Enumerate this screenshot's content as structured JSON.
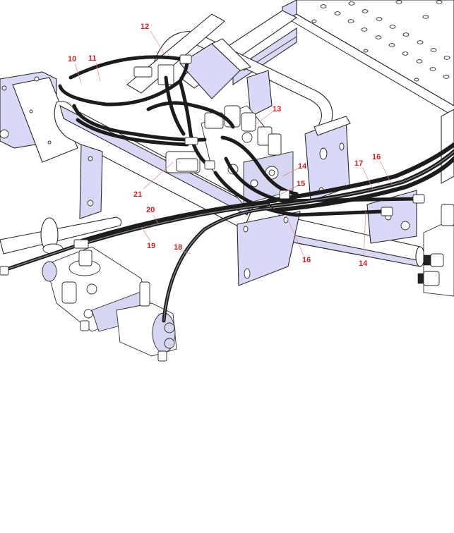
{
  "callouts": [
    {
      "id": "c10",
      "label": "10"
    },
    {
      "id": "c11",
      "label": "11"
    },
    {
      "id": "c12",
      "label": "12"
    },
    {
      "id": "c13",
      "label": "13"
    },
    {
      "id": "c14a",
      "label": "14"
    },
    {
      "id": "c15",
      "label": "15"
    },
    {
      "id": "c14b",
      "label": "14"
    },
    {
      "id": "c16a",
      "label": "16"
    },
    {
      "id": "c16b",
      "label": "16"
    },
    {
      "id": "c17",
      "label": "17"
    },
    {
      "id": "c18",
      "label": "18"
    },
    {
      "id": "c19",
      "label": "19"
    },
    {
      "id": "c20",
      "label": "20"
    },
    {
      "id": "c21",
      "label": "21"
    }
  ],
  "colors": {
    "callout": "#cc1f1f",
    "frame_shade": "#d9d9f7",
    "hose": "#1c1c1c"
  }
}
